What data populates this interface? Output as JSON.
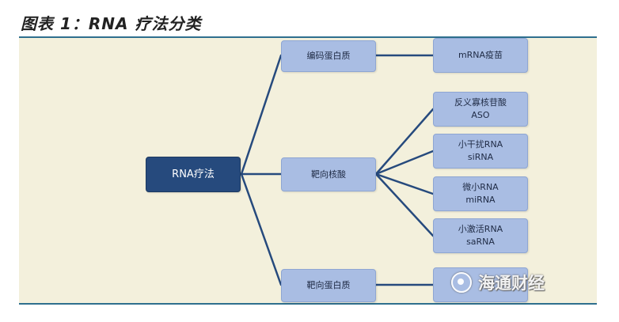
{
  "figure_title": "图表 1：RNA 疗法分类",
  "nodes": {
    "root": "RNA疗法",
    "encode_protein": "编码蛋白质",
    "target_nucleic_acid": "靶向核酸",
    "target_protein": "靶向蛋白质",
    "mrna_vaccine": "mRNA疫苗",
    "aso": {
      "line1": "反义寡核苷酸",
      "line2": "ASO"
    },
    "sirna": {
      "line1": "小干扰RNA",
      "line2": "siRNA"
    },
    "mirna": {
      "line1": "微小RNA",
      "line2": "miRNA"
    },
    "sarna": {
      "line1": "小激活RNA",
      "line2": "saRNA"
    }
  },
  "watermark": {
    "text": "海通财经",
    "icon": "wechat-icon"
  },
  "colors": {
    "root_fill": "#264a7d",
    "node_fill": "#a9bde3",
    "connector": "#264a7d",
    "panel_bg": "#f3f0dc",
    "rule": "#2e6f8e"
  }
}
